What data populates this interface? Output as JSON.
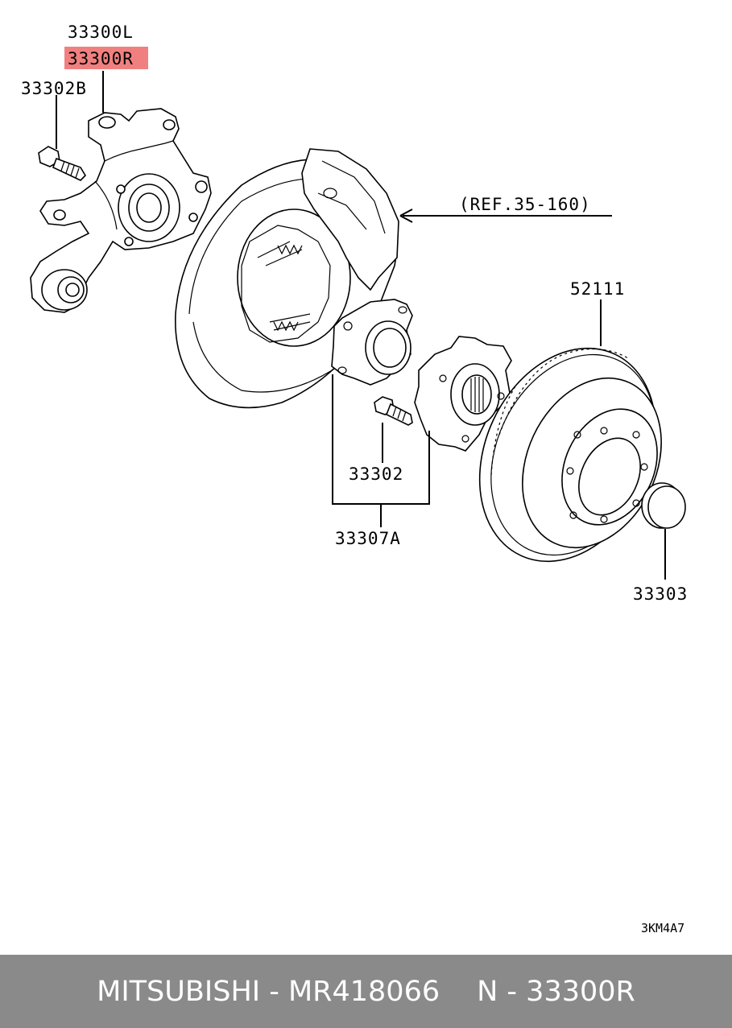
{
  "labels": {
    "knuckle_left": "33300L",
    "knuckle_right": "33300R",
    "knuckle_bolt": "33302B",
    "ref": "(REF.35-160)",
    "brake_disc": "52111",
    "hub_bolt": "33302",
    "hub_assembly": "33307A",
    "hub_cap": "33303",
    "diagram_code": "3KM4A7"
  },
  "highlight": {
    "part": "33300R",
    "color": "#f08080"
  },
  "footer": {
    "brand": "MITSUBISHI",
    "sep1": " - ",
    "part_number": "MR418066",
    "ref_prefix": "N - ",
    "ref_number": "33300R",
    "background": "#8a8a8a"
  }
}
